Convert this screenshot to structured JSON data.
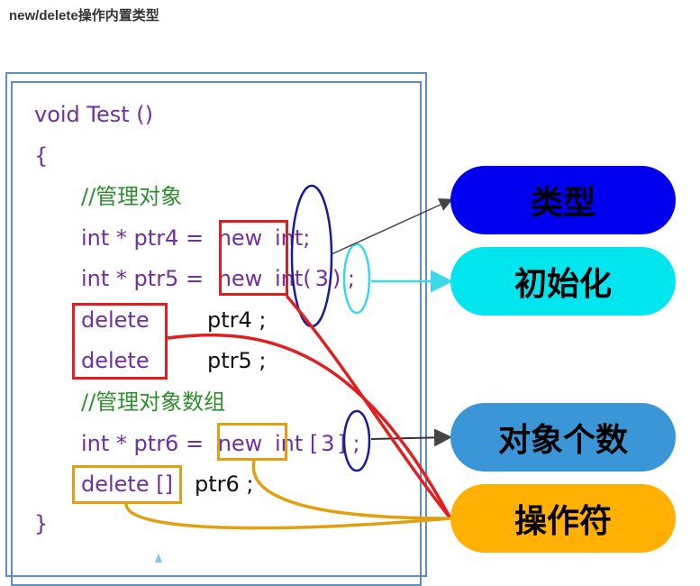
{
  "page_title": "new/delete操作内置类型",
  "code": {
    "line1": "void Test ()",
    "line2": "{",
    "comment1": "//管理对象",
    "line4_a": "int * ptr4 = ",
    "line4_new": "new",
    "line4_b": " int;",
    "line5_a": "int * ptr5 = ",
    "line5_new": "new",
    "line5_int": " int",
    "line5_paren_open": "(",
    "line5_num": "3",
    "line5_paren_close": ") ;",
    "line6_del": "delete",
    "line6_var": "ptr4 ;",
    "line7_del": "delete",
    "line7_var": "ptr5 ;",
    "comment2": "//管理对象数组",
    "line9_a": "int * ptr6 = ",
    "line9_new": "new",
    "line9_int": " int [",
    "line9_num": "3",
    "line9_close": "] ;",
    "line10_del": "delete []",
    "line10_var": "ptr6 ;",
    "line11": "}"
  },
  "labels": {
    "type": "类型",
    "init": "初始化",
    "count": "对象个数",
    "operator": "操作符"
  },
  "colors": {
    "type_pill": "#0000ee",
    "init_pill": "#00e5ee",
    "count_pill": "#3a96d6",
    "operator_pill": "#ffb000",
    "red": "#e02020",
    "orange": "#e0a010",
    "navy": "#1a1a9a",
    "cyan": "#3ad8e8"
  }
}
